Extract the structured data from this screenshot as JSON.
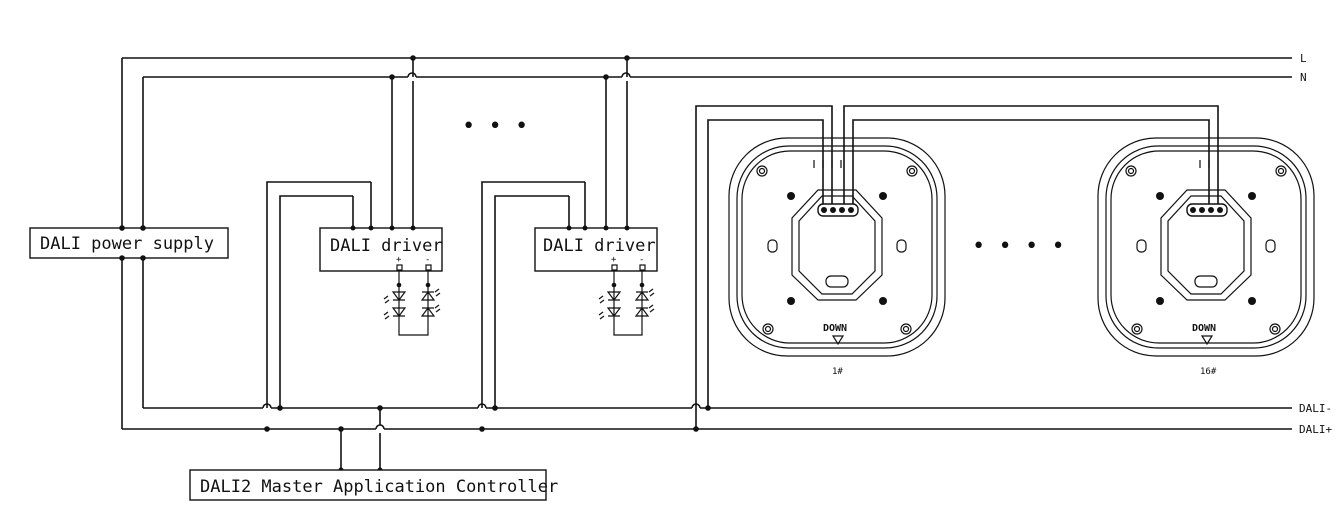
{
  "buses": {
    "L": "L",
    "N": "N",
    "dali_minus": "DALI-",
    "dali_plus": "DALI+"
  },
  "power_supply": {
    "label": "DALI power supply"
  },
  "driver_1": {
    "label": "DALI driver",
    "plus": "+",
    "minus": "-"
  },
  "driver_2": {
    "label": "DALI driver",
    "plus": "+",
    "minus": "-"
  },
  "controller": {
    "label": "DALI2 Master Application Controller"
  },
  "panel_1": {
    "down_label": "DOWN",
    "id_label": "1#"
  },
  "panel_16": {
    "down_label": "DOWN",
    "id_label": "16#"
  },
  "ellipsis_drivers": "• • •",
  "ellipsis_panels": "• • • •",
  "colors": {
    "ink": "#111111",
    "background": "#ffffff"
  }
}
